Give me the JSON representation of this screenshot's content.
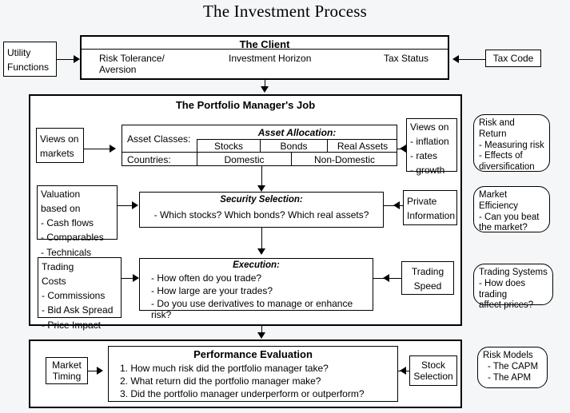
{
  "title": "The Investment Process",
  "client": {
    "heading": "The Client",
    "items": [
      "Risk Tolerance/ Aversion",
      "Investment Horizon",
      "Tax Status"
    ],
    "item_left": "Risk Tolerance/",
    "item_left2": "Aversion",
    "item_mid": "Investment Horizon",
    "item_right": "Tax Status",
    "input_left": "Utility Functions",
    "input_left_l1": "Utility",
    "input_left_l2": "Functions",
    "input_right": "Tax Code"
  },
  "portfolio": {
    "heading": "The Portfolio Manager's Job",
    "asset_allocation": {
      "caption": "Asset Allocation:",
      "row_labels": [
        "Asset Classes:",
        "Countries:"
      ],
      "asset_classes": [
        "Stocks",
        "Bonds",
        "Real Assets"
      ],
      "countries": [
        "Domestic",
        "Non-Domestic"
      ],
      "left_input_l1": "Views on",
      "left_input_l2": "markets",
      "right_input_l1": "Views on",
      "right_input_l2": "- inflation",
      "right_input_l3": "- rates",
      "right_input_l4": "- growth"
    },
    "security_selection": {
      "caption": "Security Selection:",
      "body": "- Which stocks? Which bonds? Which real assets?",
      "left_input_l1": "Valuation",
      "left_input_l2": "based on",
      "left_input_l3": "- Cash flows",
      "left_input_l4": "- Comparables",
      "left_input_l5": "- Technicals",
      "right_input_l1": "Private",
      "right_input_l2": "Information"
    },
    "execution": {
      "caption": "Execution:",
      "bullets": [
        "- How often do you trade?",
        "- How large are your trades?",
        "- Do you use derivatives to manage or enhance risk?"
      ],
      "left_input_l1": "Trading",
      "left_input_l2": "Costs",
      "left_input_l3": "- Commissions",
      "left_input_l4": "- Bid Ask Spread",
      "left_input_l5": "- Price Impact",
      "right_input_l1": "Trading",
      "right_input_l2": "Speed"
    }
  },
  "performance": {
    "heading": "Performance Evaluation",
    "items": [
      "1. How much risk did the portfolio manager take?",
      "2. What return did the portfolio manager make?",
      "3. Did the portfolio manager underperform or outperform?"
    ],
    "left_input_l1": "Market",
    "left_input_l2": "Timing",
    "right_input_l1": "Stock",
    "right_input_l2": "Selection"
  },
  "callouts": [
    {
      "title": "Risk and Return",
      "lines": [
        "- Measuring risk",
        "- Effects of",
        "diversification"
      ]
    },
    {
      "title": "Market Efficiency",
      "lines": [
        "- Can you beat",
        "the market?"
      ]
    },
    {
      "title": "Trading Systems",
      "lines": [
        "- How does trading",
        "affect prices?"
      ]
    },
    {
      "title": "Risk Models",
      "lines": [
        "- The CAPM",
        "- The APM"
      ]
    }
  ],
  "colors": {
    "line": "#000000",
    "box_fill": "#ffffff",
    "page_bg": "#f4f6f8"
  }
}
